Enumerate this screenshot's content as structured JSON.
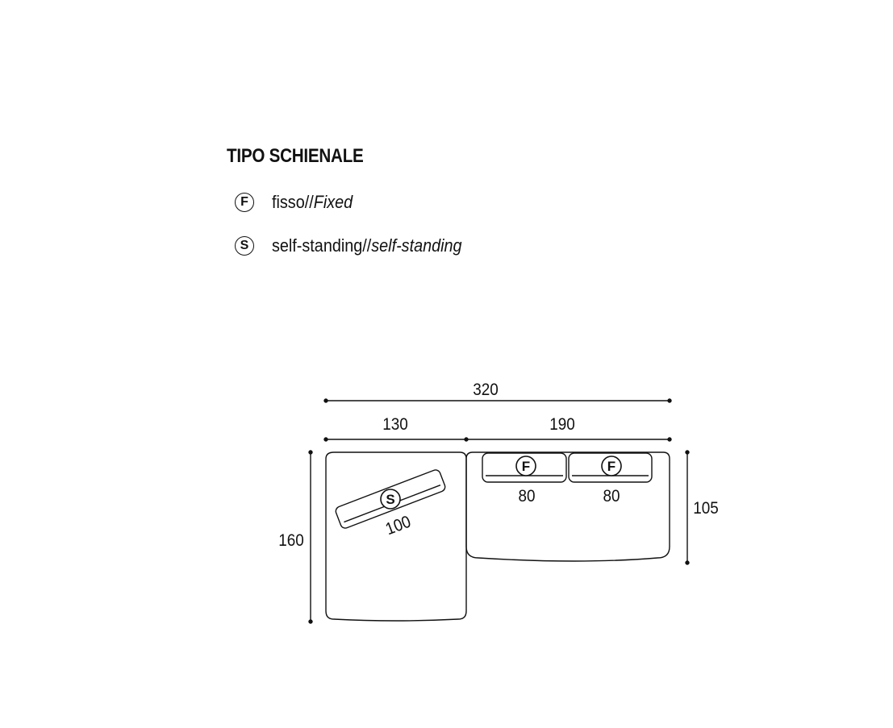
{
  "section_title": "TIPO SCHIENALE",
  "legend": [
    {
      "symbol": "F",
      "label_it": "fisso//",
      "label_en": "Fixed"
    },
    {
      "symbol": "S",
      "label_it": "self-standing//",
      "label_en": "self-standing"
    }
  ],
  "dimensions": {
    "total_width": "320",
    "left_width": "130",
    "right_width": "190",
    "left_depth": "160",
    "right_depth": "105"
  },
  "backrests": {
    "self_standing": {
      "symbol": "S",
      "length": "100"
    },
    "fixed_1": {
      "symbol": "F",
      "length": "80"
    },
    "fixed_2": {
      "symbol": "F",
      "length": "80"
    }
  }
}
